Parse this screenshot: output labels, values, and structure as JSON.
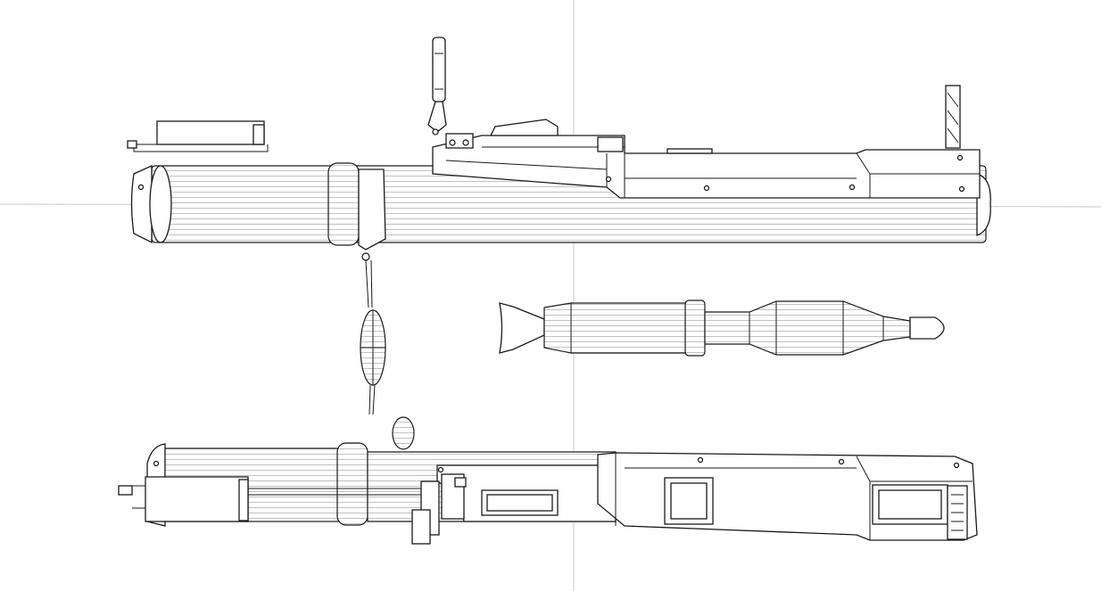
{
  "viewport": {
    "background": "#ffffff",
    "line_color": "#1a1a1a",
    "grid_axis_color": "#c8c8c8",
    "views": [
      "side-view-launcher",
      "rocket-projectile",
      "bottom-view-launcher"
    ]
  }
}
